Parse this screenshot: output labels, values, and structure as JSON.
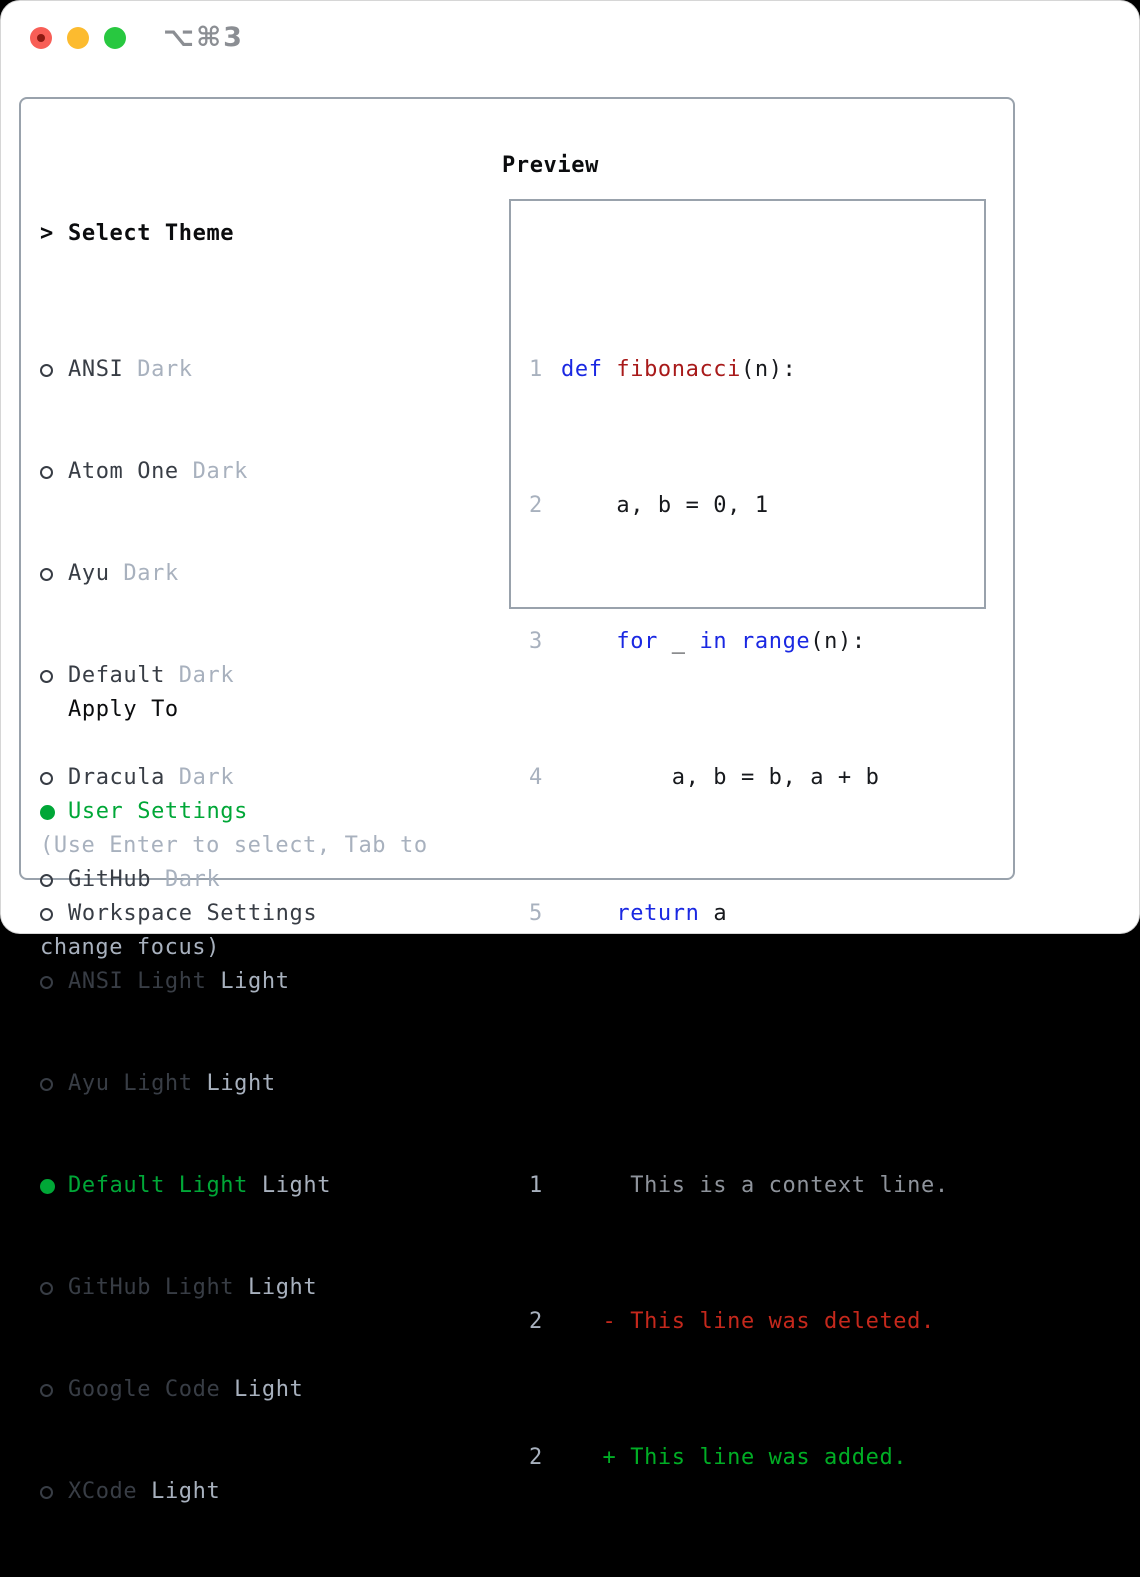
{
  "window": {
    "title": "⌥⌘3"
  },
  "palette": {
    "panel_border": "#99a2ac",
    "heading": "#0b0c0e",
    "item_text": "#383d45",
    "variant_text": "#a8b1be",
    "selected_green": "#00a737",
    "help_text": "#a8b1be",
    "line_number": "#a8b1be",
    "keyword": "#1a28e2",
    "function_name": "#a81a1a",
    "code_text": "#17191d",
    "context_line": "#8e939b",
    "removed_line": "#c5281c",
    "added_line": "#00ae25",
    "titlebar_text": "#8b8e93",
    "traffic_red": "#f85e56",
    "traffic_red_dot": "#8c1a12",
    "traffic_yellow": "#fcbb2f",
    "traffic_green": "#28c840"
  },
  "theme_list": {
    "cursor": ">",
    "title": "Select Theme",
    "items": [
      {
        "name": "ANSI",
        "variant": "Dark",
        "selected": false
      },
      {
        "name": "Atom One",
        "variant": "Dark",
        "selected": false
      },
      {
        "name": "Ayu",
        "variant": "Dark",
        "selected": false
      },
      {
        "name": "Default",
        "variant": "Dark",
        "selected": false
      },
      {
        "name": "Dracula",
        "variant": "Dark",
        "selected": false
      },
      {
        "name": "GitHub",
        "variant": "Dark",
        "selected": false
      },
      {
        "name": "ANSI Light",
        "variant": "Light",
        "selected": false
      },
      {
        "name": "Ayu Light",
        "variant": "Light",
        "selected": false
      },
      {
        "name": "Default Light",
        "variant": "Light",
        "selected": true
      },
      {
        "name": "GitHub Light",
        "variant": "Light",
        "selected": false
      },
      {
        "name": "Google Code",
        "variant": "Light",
        "selected": false
      },
      {
        "name": "XCode",
        "variant": "Light",
        "selected": false
      }
    ]
  },
  "apply_to": {
    "title": "Apply To",
    "options": [
      {
        "label": "User Settings",
        "selected": true
      },
      {
        "label": "Workspace Settings",
        "selected": false
      }
    ]
  },
  "help": {
    "line1": "(Use Enter to select, Tab to",
    "line2": "change focus)"
  },
  "preview": {
    "title": "Preview",
    "code_lines": [
      {
        "number": "1",
        "tokens": [
          {
            "text": "def ",
            "type": "keyword"
          },
          {
            "text": "fibonacci",
            "type": "function"
          },
          {
            "text": "(n):",
            "type": "plain"
          }
        ]
      },
      {
        "number": "2",
        "tokens": [
          {
            "text": "    a, b = 0, 1",
            "type": "plain"
          }
        ]
      },
      {
        "number": "3",
        "tokens": [
          {
            "text": "    ",
            "type": "plain"
          },
          {
            "text": "for",
            "type": "keyword"
          },
          {
            "text": " _ ",
            "type": "plain"
          },
          {
            "text": "in",
            "type": "keyword"
          },
          {
            "text": " ",
            "type": "plain"
          },
          {
            "text": "range",
            "type": "keyword"
          },
          {
            "text": "(n):",
            "type": "plain"
          }
        ]
      },
      {
        "number": "4",
        "tokens": [
          {
            "text": "        a, b = b, a + b",
            "type": "plain"
          }
        ]
      },
      {
        "number": "5",
        "tokens": [
          {
            "text": "    ",
            "type": "plain"
          },
          {
            "text": "return",
            "type": "keyword"
          },
          {
            "text": " a",
            "type": "plain"
          }
        ]
      }
    ],
    "diff_lines": [
      {
        "number": "1",
        "content": "     This is a context line.",
        "type": "context"
      },
      {
        "number": "2",
        "content": "   - This line was deleted.",
        "type": "removed"
      },
      {
        "number": "2",
        "content": "   + This line was added.",
        "type": "added"
      }
    ]
  }
}
